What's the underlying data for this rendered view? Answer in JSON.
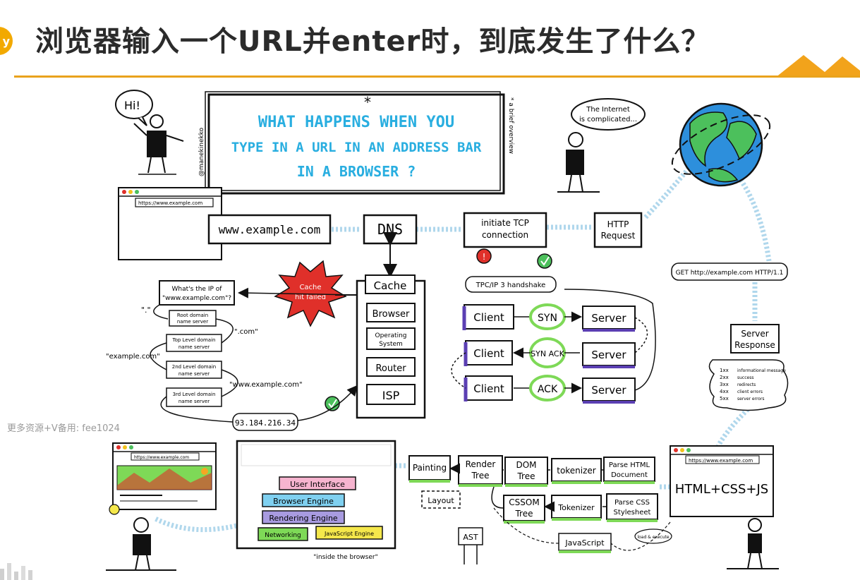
{
  "header": {
    "badge": "y",
    "title": "浏览器输入一个URL并enter时，到底发生了什么？"
  },
  "watermark": "更多资源+V备用: fee1024",
  "poster": {
    "title_lines": [
      "WHAT HAPPENS WHEN YOU",
      "TYPE IN A URL IN AN ADDRESS BAR",
      "IN A BROWSER ?"
    ],
    "star": "*",
    "side_note": "* a brief overview",
    "author": "@manekinekko",
    "hi": "Hi!",
    "internet_bubble": [
      "The Internet",
      "is complicated..."
    ],
    "url_bar": "https://www.example.com",
    "url_box": "www.example.com",
    "dns": "DNS",
    "tcp": [
      "initiate TCP",
      "connection"
    ],
    "http_request": [
      "HTTP",
      "Request"
    ],
    "cache_star": [
      "Cache",
      "hit failed"
    ],
    "cache_stack": [
      "Cache",
      "Browser",
      "Operating",
      "System",
      "Router",
      "ISP"
    ],
    "resolver": {
      "question": [
        "What's the IP of",
        "\"www.example.com\"?"
      ],
      "root_label": "\".\"",
      "root": [
        "Root domain",
        "name server"
      ],
      "com_label": "\".com\"",
      "tld": [
        "Top Level domain",
        "name server"
      ],
      "example_label": "\"example.com\"",
      "second": [
        "2nd Level domain",
        "name server"
      ],
      "www_label": "\"www.example.com\"",
      "third": [
        "3rd Level domain",
        "name server"
      ],
      "ip": "93.184.216.34"
    },
    "handshake": {
      "title": "TPC/IP 3 handshake",
      "rows": [
        {
          "client": "Client",
          "signal": "SYN",
          "server": "Server"
        },
        {
          "client": "Client",
          "signal": "SYN ACK",
          "server": "Server"
        },
        {
          "client": "Client",
          "signal": "ACK",
          "server": "Server"
        }
      ]
    },
    "get_line": "GET http://example.com HTTP/1.1",
    "server_response": [
      "Server",
      "Response"
    ],
    "status_codes": [
      {
        "code": "1xx",
        "desc": "informational message"
      },
      {
        "code": "2xx",
        "desc": "success"
      },
      {
        "code": "3xx",
        "desc": "redirects"
      },
      {
        "code": "4xx",
        "desc": "client errors"
      },
      {
        "code": "5xx",
        "desc": "server errors"
      }
    ],
    "html_css_js": "HTML+CSS+JS",
    "pipeline": {
      "painting": "Painting",
      "render_tree": [
        "Render",
        "Tree"
      ],
      "dom_tree": [
        "DOM",
        "Tree"
      ],
      "tokenizer": "tokenizer",
      "parse_html": [
        "Parse HTML",
        "Document"
      ],
      "layout": "Layout",
      "cssom_tree": [
        "CSSOM",
        "Tree"
      ],
      "tokenizer2": "Tokenizer",
      "parse_css": [
        "Parse CSS",
        "Stylesheet"
      ],
      "javascript": "JavaScript",
      "load_execute": "load & execute",
      "ast": "AST"
    },
    "browser_inside": {
      "user_interface": "User Interface",
      "browser_engine": "Browser Engine",
      "rendering_engine": "Rendering Engine",
      "networking": "Networking",
      "js_engine": "JavaScript Engine",
      "caption": "\"inside the browser\""
    }
  },
  "colors": {
    "accent": "#e9a21c",
    "stream": "#a7d3ea",
    "green": "#7ed957",
    "purple": "#5b3fb3",
    "red": "#e0302a"
  }
}
